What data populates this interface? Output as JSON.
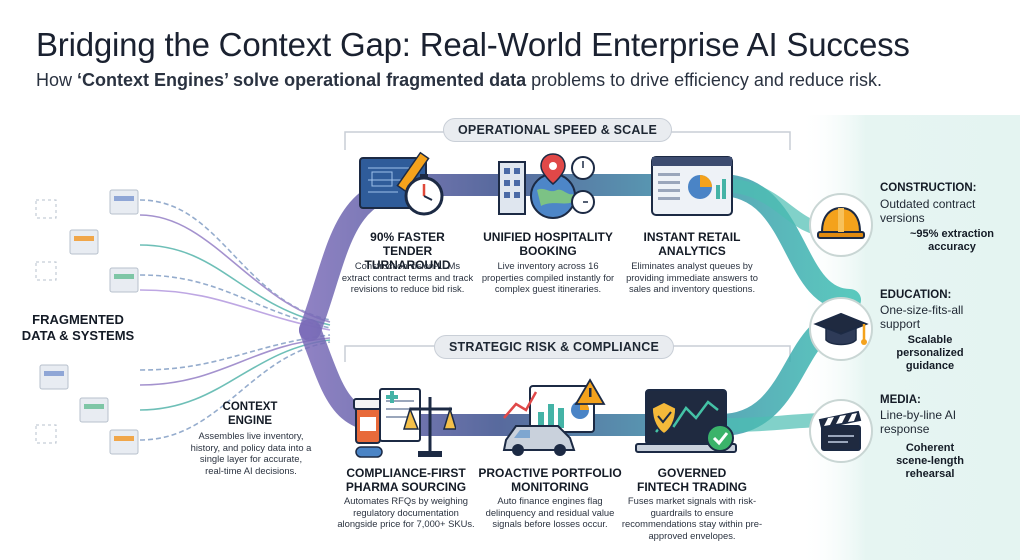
{
  "header": {
    "title": "Bridging the Context Gap: Real-World Enterprise AI Success",
    "subtitle_prefix": "How ",
    "subtitle_bold": "‘Context Engines’ solve operational fragmented data",
    "subtitle_suffix": " problems to drive efficiency and reduce risk."
  },
  "sections": {
    "top": "OPERATIONAL SPEED & SCALE",
    "bottom": "STRATEGIC RISK & COMPLIANCE"
  },
  "left": {
    "fragmented_label": "FRAGMENTED\nDATA & SYSTEMS",
    "engine_title": "CONTEXT\nENGINE",
    "engine_desc": "Assembles live inventory, history, and policy data into a single layer for accurate, real-time AI decisions."
  },
  "cases_top": [
    {
      "title": "90% FASTER\nTENDER TURNAROUND",
      "desc": "Construction vision-LLMs extract contract terms and track revisions to reduce bid risk.",
      "icon": "blueprint-stopwatch-icon"
    },
    {
      "title": "UNIFIED HOSPITALITY\nBOOKING",
      "desc": "Live inventory across 16 properties compiled instantly for complex guest itineraries.",
      "icon": "hotel-globe-icon"
    },
    {
      "title": "INSTANT RETAIL\nANALYTICS",
      "desc": "Eliminates analyst queues by providing immediate answers to sales and inventory questions.",
      "icon": "dashboard-icon"
    }
  ],
  "cases_bottom": [
    {
      "title": "COMPLIANCE-FIRST\nPHARMA SOURCING",
      "desc": "Automates RFQs by weighing regulatory documentation alongside price for 7,000+ SKUs.",
      "icon": "pharma-scale-icon"
    },
    {
      "title": "PROACTIVE PORTFOLIO\nMONITORING",
      "desc": "Auto finance engines flag delinquency and residual value signals before losses occur.",
      "icon": "car-chart-warning-icon"
    },
    {
      "title": "GOVERNED\nFINTECH TRADING",
      "desc": "Fuses market signals with risk-guardrails to ensure recommendations stay within pre-approved envelopes.",
      "icon": "laptop-shield-icon"
    }
  ],
  "outcomes": [
    {
      "industry": "CONSTRUCTION:",
      "problem": "Outdated contract\nversions",
      "result": "~95% extraction\naccuracy",
      "icon": "hard-hat-icon"
    },
    {
      "industry": "EDUCATION:",
      "problem": "One-size-fits-all\nsupport",
      "result": "Scalable\npersonalized\nguidance",
      "icon": "graduation-cap-icon"
    },
    {
      "industry": "MEDIA:",
      "problem": "Line-by-line AI\nresponse",
      "result": "Coherent\nscene-length\nrehearsal",
      "icon": "clapperboard-icon"
    }
  ],
  "colors": {
    "teal": "#3fb8b0",
    "purple": "#6b5aa8",
    "navy": "#2a3a6a",
    "accent_orange": "#f4a21c",
    "right_panel": "#eaf6f4"
  }
}
